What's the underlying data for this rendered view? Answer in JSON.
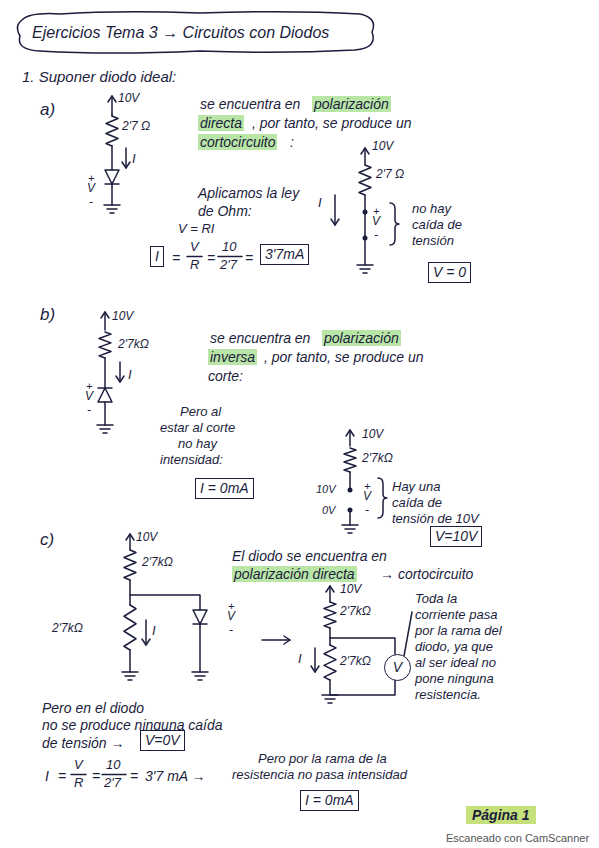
{
  "diagram": {
    "title": "Ejercicios Tema 3 → Circuitos con Diodos",
    "nodes": [
      {
        "text": [
          "I"
        ]
      },
      {
        "text": [
          "3'7mA"
        ]
      },
      {
        "text": [
          "V = 0"
        ]
      },
      {
        "text": [
          "I = 0mA"
        ]
      },
      {
        "text": [
          "V=10V"
        ]
      },
      {
        "text": [
          "V"
        ]
      },
      {
        "text": [
          "V=0V"
        ]
      },
      {
        "text": [
          "I = 0mA"
        ]
      }
    ],
    "labels": [
      "1. Suponer diodo ideal:",
      "a)",
      "10V",
      "2'7 Ω",
      "I",
      "+",
      "V",
      "-",
      "se encuentra en",
      "polarización",
      "directa",
      ", por tanto, se produce un",
      "cortocircuito",
      ":",
      "10V",
      "2'7 Ω",
      "I",
      "+",
      "V",
      "-",
      "no hay",
      "caída de",
      "tensión",
      "Aplicamos la ley",
      "de Ohm:",
      "V = RI",
      "=",
      "V",
      "R",
      "=",
      "10",
      "2'7",
      "=",
      "b)",
      "10V",
      "2'7kΩ",
      "I",
      "+",
      "V",
      "-",
      "se encuentra en",
      "polarización",
      "inversa",
      ", por tanto, se produce un",
      "corte:",
      "Pero al",
      "estar al corte",
      "no hay",
      "intensidad:",
      "10V",
      "2'7kΩ",
      "10V",
      "0V",
      "+",
      "V",
      "-",
      "Hay una",
      "caída de",
      "tensión de 10V",
      "c)",
      "10V",
      "2'7kΩ",
      "2'7kΩ",
      "I",
      "+",
      "V",
      "-",
      "El diodo se encuentra en",
      "polarización directa",
      "→ cortocircuito",
      "10V",
      "2'7kΩ",
      "I",
      "2'7kΩ",
      "Toda la",
      "corriente pasa",
      "por la rama del",
      "diodo, ya que",
      "al ser ideal no",
      "pone ninguna",
      "resistencia.",
      "Pero en el diodo",
      "no se produce ninguna caída",
      "de tensión →",
      "I",
      "=",
      "V",
      "R",
      "=",
      "10",
      "2'7",
      "=",
      "3'7 mA →",
      "Pero por la rama de la",
      "resistencia no pasa intensidad",
      "Página 1",
      "Escaneado con CamScanner"
    ]
  }
}
